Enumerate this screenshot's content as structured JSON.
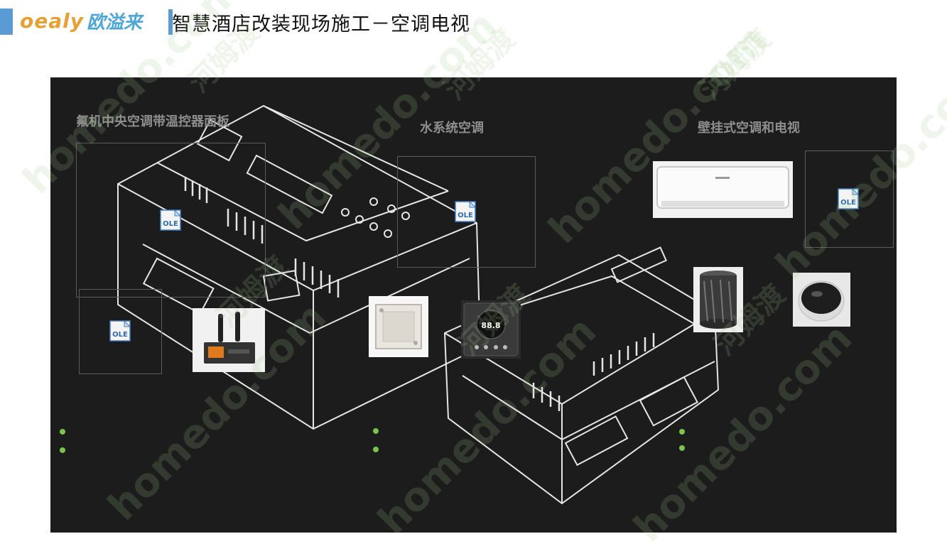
{
  "header": {
    "logo_latin": "oealy",
    "logo_cn": "欧溢来",
    "title": "智慧酒店改装现场施工－空调电视"
  },
  "sections": [
    {
      "title": "氟机中央空调带温控器面板"
    },
    {
      "title": "水系统空调"
    },
    {
      "title": "壁挂式空调和电视"
    }
  ],
  "ole_label": "OLE",
  "thermostat_display": "88.8",
  "watermarks": {
    "latin": "homedo.com",
    "cn": "河姆渡"
  },
  "colors": {
    "accent_blue": "#5a9bd5",
    "logo_orange": "#e8a035",
    "logo_blue": "#4da6d8",
    "panel_bg": "#1c1c1c",
    "dot_green": "#7cc24d"
  }
}
